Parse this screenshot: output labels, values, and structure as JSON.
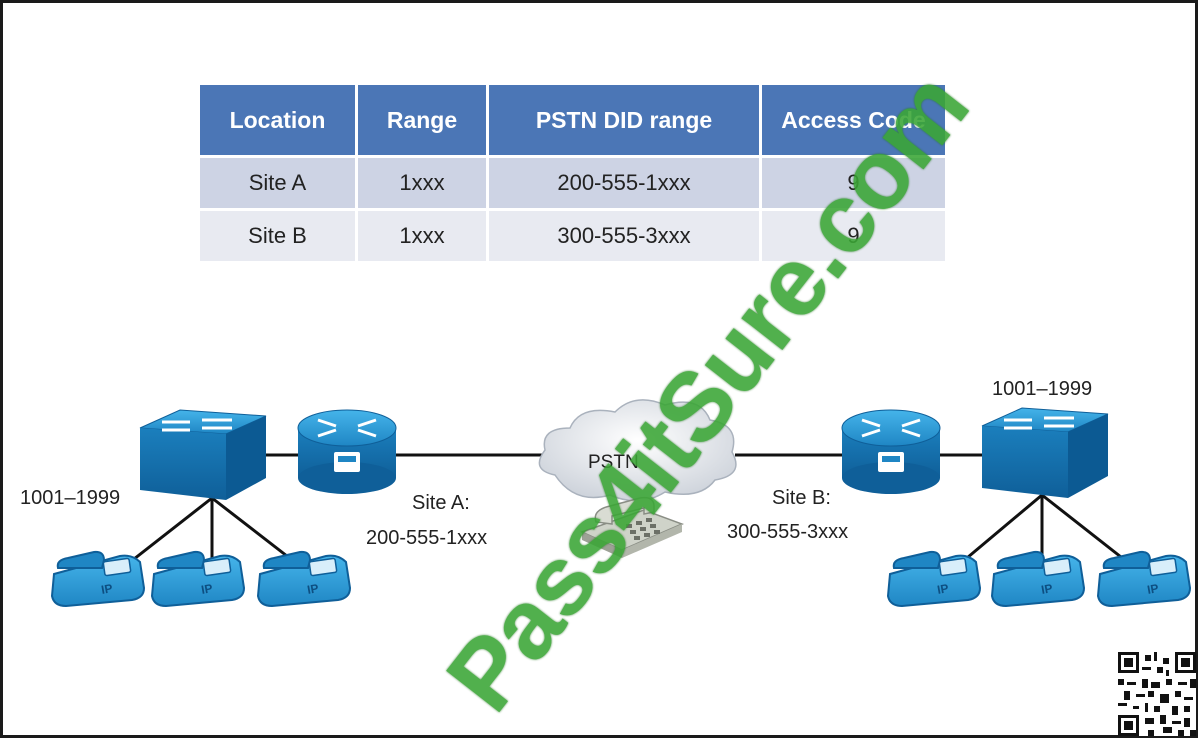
{
  "table": {
    "headers": [
      "Location",
      "Range",
      "PSTN DID range",
      "Access Code"
    ],
    "rows": [
      [
        "Site A",
        "1xxx",
        "200-555-1xxx",
        "9"
      ],
      [
        "Site B",
        "1xxx",
        "300-555-3xxx",
        "9"
      ]
    ]
  },
  "diagram": {
    "left_range": "1001–1999",
    "right_range": "1001–1999",
    "pstn_label": "PSTN",
    "site_a_label": "Site A:",
    "site_a_did": "200-555-1xxx",
    "site_b_label": "Site B:",
    "site_b_did": "300-555-3xxx",
    "phone_label": "IP"
  },
  "watermark": "Pass4itSure.com",
  "colors": {
    "header_bg": "#4b76b6",
    "row_a_bg": "#cdd3e4",
    "row_b_bg": "#e8eaf1",
    "device_blue": "#2a95d0",
    "watermark_green": "#3aa635"
  }
}
